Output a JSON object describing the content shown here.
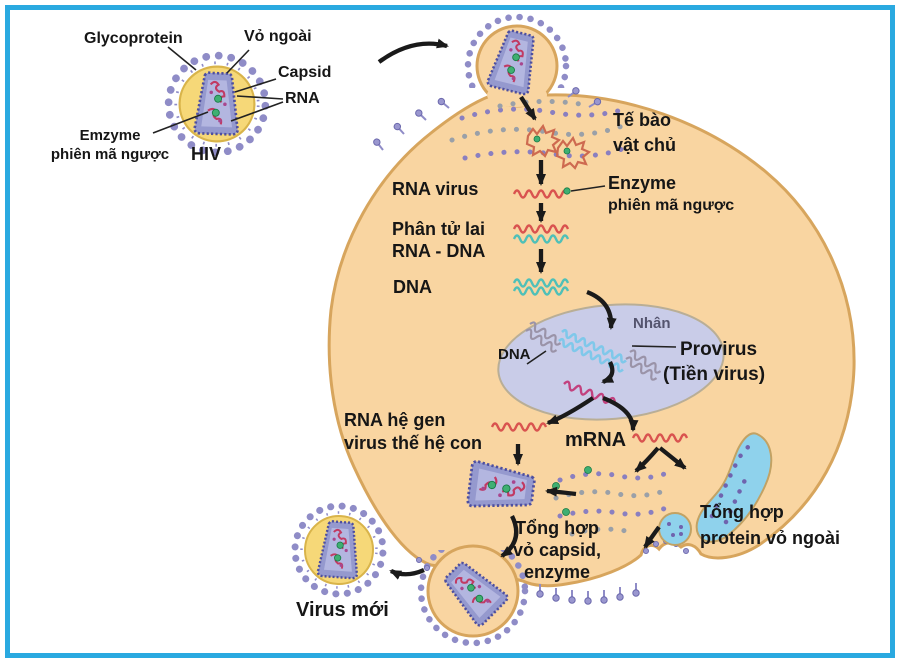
{
  "diagram": {
    "title_hidden": "",
    "virion": {
      "glycoprotein": "Glycoprotein",
      "envelope": "Vỏ ngoài",
      "capsid": "Capsid",
      "rna": "RNA",
      "enzyme_line1": "Emzyme",
      "enzyme_line2": "phiên mã ngược",
      "name": "HIV"
    },
    "cell": {
      "host_line1": "Tế bào",
      "host_line2": "vật chủ",
      "nucleus": "Nhân",
      "nucleus_dna": "DNA"
    },
    "process": {
      "rna_virus": "RNA virus",
      "rt_enzyme_line1": "Enzyme",
      "rt_enzyme_line2": "phiên mã ngược",
      "hybrid_line1": "Phân tử lai",
      "hybrid_line2": "RNA - DNA",
      "dna": "DNA",
      "provirus": "Provirus",
      "provirus_alt": "(Tiền virus)",
      "genome_line1": "RNA hệ gen",
      "genome_line2": "virus thế hệ con",
      "mrna": "mRNA"
    },
    "synthesis": {
      "capsid_line1": "Tổng hợp",
      "capsid_line2": "vỏ capsid,",
      "capsid_line3": "enzyme",
      "protein_line1": "Tổng hợp",
      "protein_line2": "protein vỏ ngoài"
    },
    "result": {
      "new_virus": "Virus mới"
    },
    "colors": {
      "frame_border": "#2AA9E0",
      "cell_fill": "#F9D5A1",
      "membrane": "#D7A55D",
      "nucleus_fill": "#C9CCE8",
      "virus_envelope": "#F6D878",
      "capsid_fill": "#9599CE",
      "capsid_edge": "#4E4F9F",
      "rna_red": "#D9534F",
      "dna_teal": "#4FC0B8",
      "provirus_blue": "#7FC8EA",
      "mrna_magenta": "#C2417E",
      "er_blue": "#8FD2EC",
      "dot_purple": "#8A7FC0",
      "dot_gray": "#9AA0A8",
      "enzyme_green": "#3FAF72",
      "arrow": "#1A1A1A"
    }
  }
}
